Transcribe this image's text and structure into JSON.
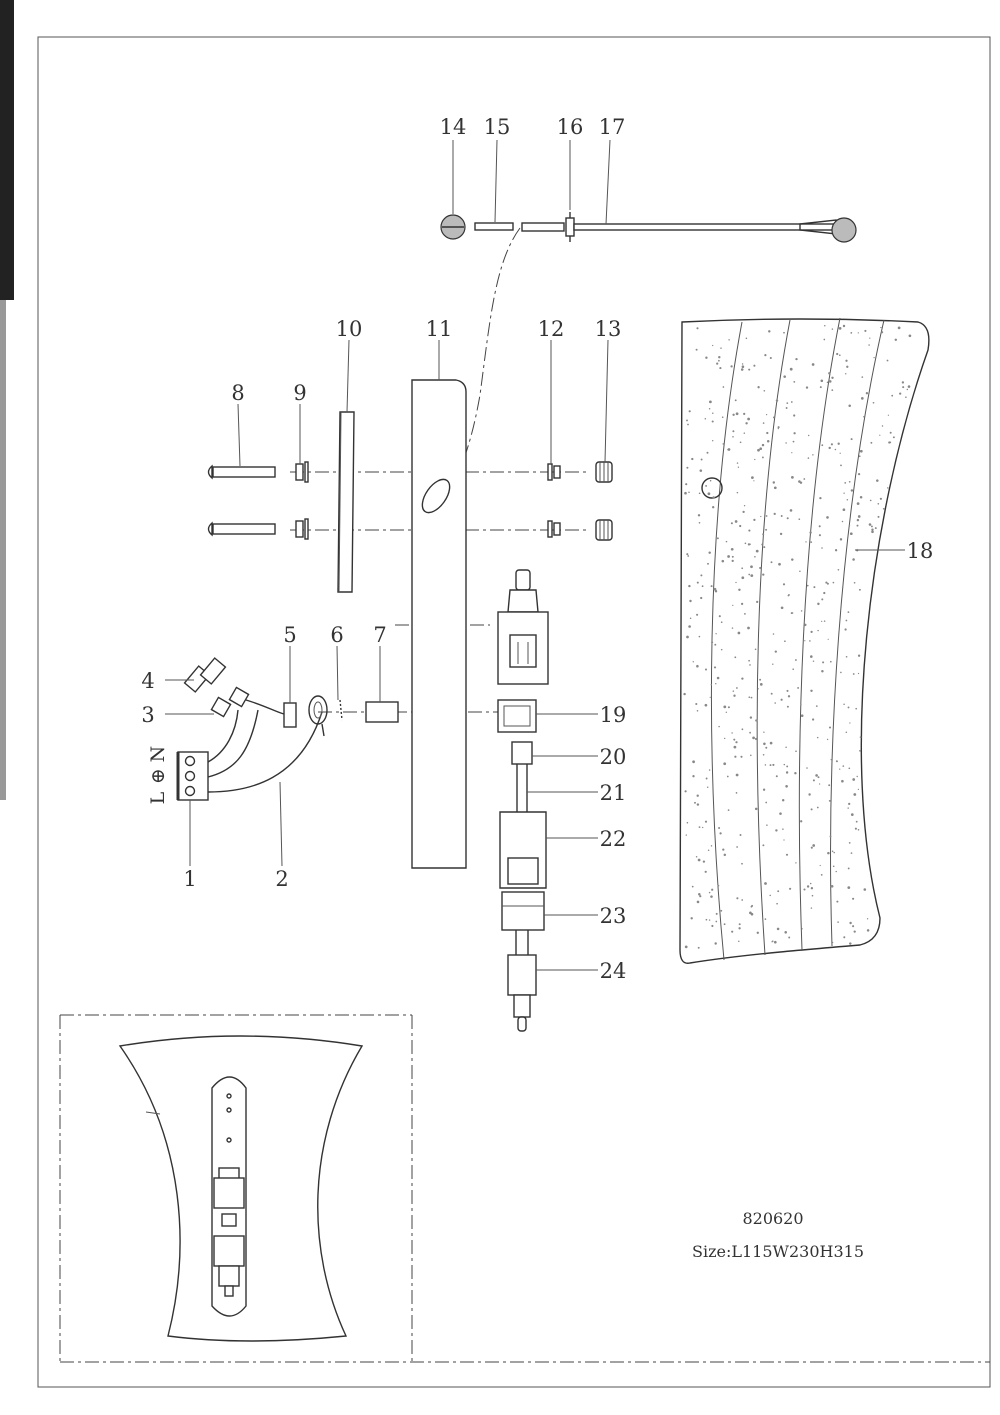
{
  "diagram": {
    "part_labels": [
      "1",
      "2",
      "3",
      "4",
      "5",
      "6",
      "7",
      "8",
      "9",
      "10",
      "11",
      "12",
      "13",
      "14",
      "15",
      "16",
      "17",
      "18",
      "19",
      "20",
      "21",
      "22",
      "23",
      "24"
    ],
    "terminal_marks": {
      "live": "L",
      "earth": "⊕",
      "neutral": "N"
    },
    "model_number": "820620",
    "size_text": "Size:L115W230H315"
  },
  "colors": {
    "ink": "#333333",
    "paper": "#ffffff",
    "stipple": "#888888"
  }
}
